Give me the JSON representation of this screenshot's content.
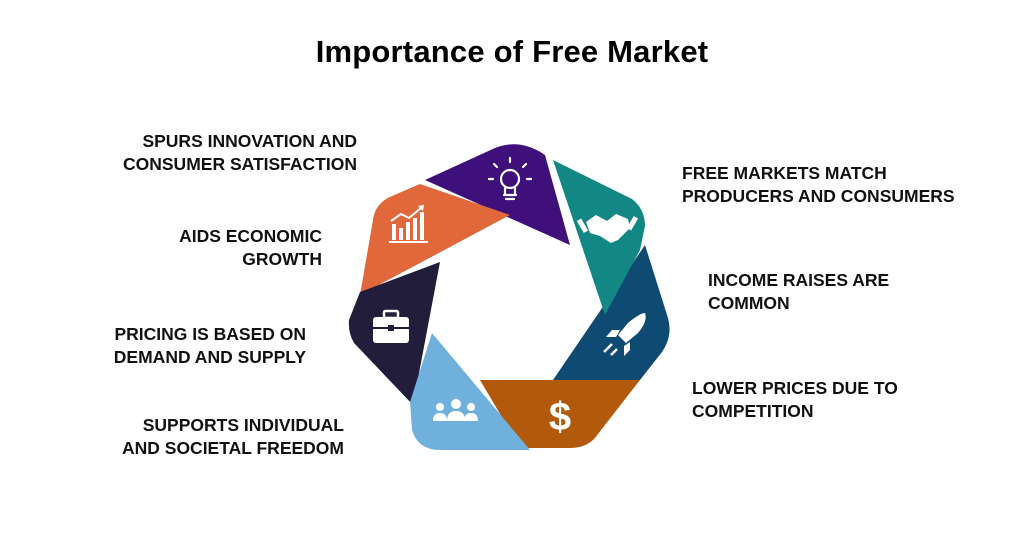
{
  "title": "Importance of Free Market",
  "segments": [
    {
      "line1": "SPURS INNOVATION AND",
      "line2": "CONSUMER SATISFACTION",
      "color": "#3f0f7a",
      "icon": "lightbulb-icon"
    },
    {
      "line1": "FREE MARKETS MATCH",
      "line2": "PRODUCERS AND CONSUMERS",
      "color": "#138783",
      "icon": "handshake-icon"
    },
    {
      "line1": "INCOME RAISES ARE",
      "line2": "COMMON",
      "color": "#0f4a73",
      "icon": "rocket-icon"
    },
    {
      "line1": "LOWER PRICES DUE TO",
      "line2": "COMPETITION",
      "color": "#b15a0c",
      "icon": "dollar-icon"
    },
    {
      "line1": "SUPPORTS INDIVIDUAL",
      "line2": "AND SOCIETAL FREEDOM",
      "color": "#6fb0dd",
      "icon": "people-icon"
    },
    {
      "line1": "PRICING IS BASED ON",
      "line2": "DEMAND AND SUPPLY",
      "color": "#211d3a",
      "icon": "briefcase-icon"
    },
    {
      "line1": "AIDS ECONOMIC",
      "line2": "GROWTH",
      "color": "#e0683a",
      "icon": "growth-chart-icon"
    }
  ]
}
